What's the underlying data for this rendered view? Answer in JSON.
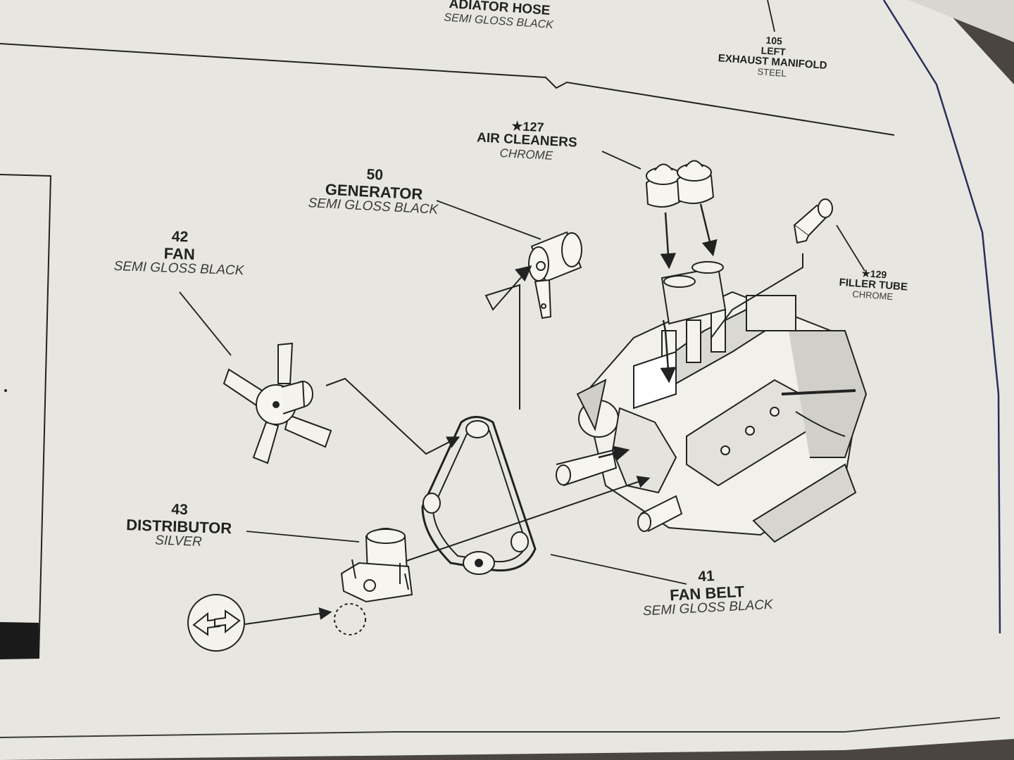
{
  "colors": {
    "paper": "#e9e8e2",
    "ink": "#222222",
    "border_blue": "#2a2f5a",
    "background": "#4a4540"
  },
  "callouts": {
    "radiator_hose": {
      "name": "ADIATOR HOSE",
      "paint": "SEMI GLOSS BLACK"
    },
    "exhaust_manifold": {
      "number": "105",
      "name_line1": "LEFT",
      "name_line2": "EXHAUST MANIFOLD",
      "paint": "STEEL"
    },
    "air_cleaners": {
      "number": "★127",
      "name": "AIR CLEANERS",
      "paint": "CHROME"
    },
    "generator": {
      "number": "50",
      "name": "GENERATOR",
      "paint": "SEMI GLOSS BLACK"
    },
    "fan": {
      "number": "42",
      "name": "FAN",
      "paint": "SEMI GLOSS BLACK"
    },
    "filler_tube": {
      "number": "★129",
      "name": "FILLER TUBE",
      "paint": "CHROME"
    },
    "distributor": {
      "number": "43",
      "name": "DISTRIBUTOR",
      "paint": "SILVER"
    },
    "fan_belt": {
      "number": "41",
      "name": "FAN BELT",
      "paint": "SEMI GLOSS BLACK"
    }
  },
  "icons": [
    "reverse-arrows-icon",
    "engine-drawing",
    "fan-drawing",
    "generator-drawing",
    "air-cleaner-drawing",
    "filler-tube-drawing",
    "distributor-drawing",
    "fan-belt-drawing"
  ]
}
